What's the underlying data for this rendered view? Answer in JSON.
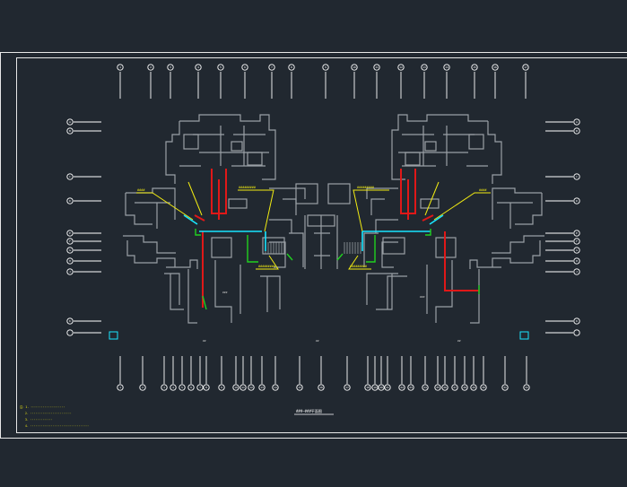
{
  "colors": {
    "background": "#212830",
    "frame": "#e8e8e8",
    "walls": "#9aa0a6",
    "grid_lines": "#ffffff",
    "pipe_red": "#e01818",
    "pipe_cyan": "#19e6ff",
    "pipe_green": "#20d020",
    "annotation_yellow": "#f2ec12"
  },
  "drawing": {
    "title": "###—###平面图",
    "notes": [
      "注：1. ····················",
      "2. ························",
      "3. ·············",
      "4. ··································"
    ],
    "axis_top": [
      "1",
      "2",
      "3",
      "4",
      "5",
      "6",
      "7",
      "8",
      "9",
      "10",
      "11",
      "12",
      "13",
      "14",
      "15",
      "16",
      "17",
      "18"
    ],
    "axis_bottom": [
      "1",
      "2",
      "3",
      "4",
      "5",
      "6",
      "7",
      "8",
      "9",
      "10",
      "11",
      "12",
      "13",
      "14",
      "15",
      "16",
      "17",
      "18",
      "19",
      "20",
      "21",
      "22",
      "23",
      "24",
      "25",
      "26",
      "27",
      "28",
      "29",
      "30",
      "31",
      "32",
      "33",
      "34",
      "35"
    ],
    "axis_left": [
      "A",
      "B",
      "C",
      "D",
      "E",
      "F",
      "G",
      "H",
      "J",
      "K"
    ],
    "axis_right": [
      "A",
      "B",
      "C",
      "D",
      "E",
      "F",
      "G",
      "H",
      "J",
      "K"
    ]
  }
}
